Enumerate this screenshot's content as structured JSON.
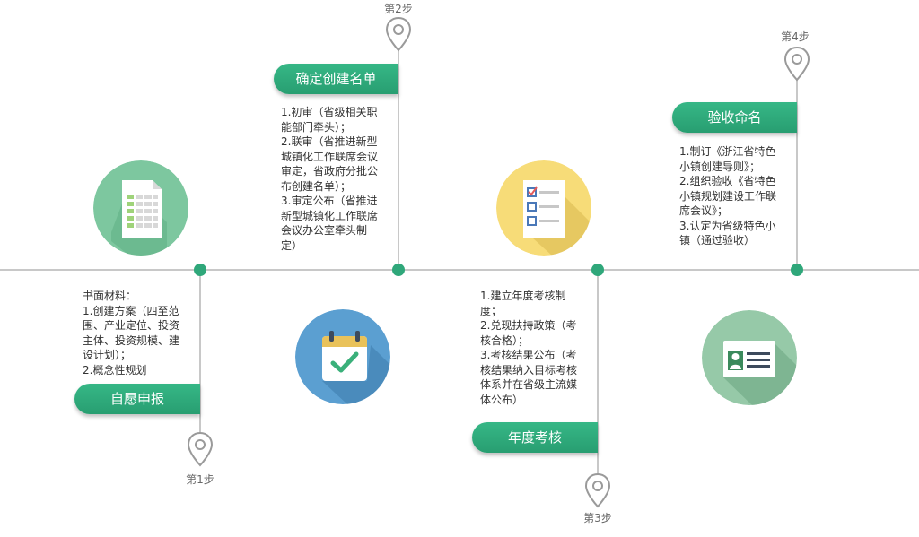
{
  "steps": [
    {
      "step_label": "第1步",
      "title": "自愿申报",
      "desc": [
        "书面材料：",
        "1.创建方案（四至范",
        "围、产业定位、投资",
        "主体、投资规模、建",
        "设计划）；",
        "2.概念性规划"
      ]
    },
    {
      "step_label": "第2步",
      "title": "确定创建名单",
      "desc": [
        "1.初审（省级相关职",
        "能部门牵头）；",
        "2.联审（省推进新型",
        "城镇化工作联席会议",
        "审定，省政府分批公",
        "布创建名单）；",
        "3.审定公布（省推进",
        "新型城镇化工作联席",
        "会议办公室牵头制",
        "定）"
      ]
    },
    {
      "step_label": "第3步",
      "title": "年度考核",
      "desc": [
        "1.建立年度考核制",
        "度；",
        "2.兑现扶持政策（考",
        "核合格）；",
        "3.考核结果公布（考",
        "核结果纳入目标考核",
        "体系并在省级主流媒",
        "体公布）"
      ]
    },
    {
      "step_label": "第4步",
      "title": "验收命名",
      "desc": [
        "1.制订《浙江省特色",
        "小镇创建导则》；",
        "2.组织验收《省特色",
        "小镇规划建设工作联",
        "席会议》；",
        "3.认定为省级特色小",
        "镇（通过验收）"
      ]
    }
  ],
  "icons": [
    "spreadsheet-icon",
    "calendar-check-icon",
    "checklist-icon",
    "id-card-icon"
  ],
  "colors": {
    "accent_green": "#2fa77a",
    "line_gray": "#c8c8c8",
    "icon_green": "#7dc79f",
    "icon_blue": "#5b9fd1",
    "icon_yellow": "#f7dc78",
    "icon_sage": "#96c9a8"
  }
}
